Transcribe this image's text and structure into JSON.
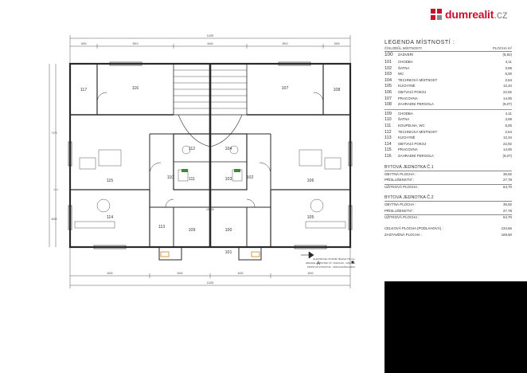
{
  "logo": {
    "name": "dumrealit",
    "tld": ".cz"
  },
  "legend": {
    "title": "LEGENDA MÍSTNOSTÍ :",
    "head_num": "ČÍSLO",
    "head_name": "DŮL MÍSTNOSTI",
    "head_area": "PLOCHA m²",
    "rows": [
      {
        "num": "100",
        "name": "ZÁDVEŘÍ",
        "area": "(5,92)",
        "big": true
      },
      {
        "num": "101",
        "name": "CHODBA",
        "area": "4,11"
      },
      {
        "num": "102",
        "name": "ŠATNA",
        "area": "3,69"
      },
      {
        "num": "103",
        "name": "WC",
        "area": "5,00"
      },
      {
        "num": "104",
        "name": "TECHNICKÁ MÍSTNOST",
        "area": "2,64"
      },
      {
        "num": "105",
        "name": "KUCHYNĚ",
        "area": "12,34"
      },
      {
        "num": "106",
        "name": "OBÝVACÍ POKOJ",
        "area": "22,92"
      },
      {
        "num": "107",
        "name": "PRACOVNA",
        "area": "14,00"
      },
      {
        "num": "108",
        "name": "ZAHRADNÍ PERGOLA",
        "area": "(9,07)"
      }
    ],
    "rows2": [
      {
        "num": "109",
        "name": "CHODBA",
        "area": "4,11"
      },
      {
        "num": "110",
        "name": "ŠATNA",
        "area": "3,69"
      },
      {
        "num": "111",
        "name": "KOUPELNA, WC",
        "area": "5,00"
      },
      {
        "num": "112",
        "name": "TECHNICKÁ MÍSTNOST",
        "area": "2,64"
      },
      {
        "num": "113",
        "name": "KUCHYNĚ",
        "area": "12,34"
      },
      {
        "num": "114",
        "name": "OBÝVACÍ POKOJ",
        "area": "22,92"
      },
      {
        "num": "115",
        "name": "PRACOVNA",
        "area": "14,00"
      },
      {
        "num": "116",
        "name": "ZAHRADNÍ PERGOLA",
        "area": "(9,07)"
      }
    ]
  },
  "unit1": {
    "title": "BYTOVÁ JEDNOTKA Č.1",
    "rows": [
      {
        "name": "OBYTNÁ PLOCHA :",
        "value": "36,92"
      },
      {
        "name": "PŘÍSLUŠENSTVÍ :",
        "value": "27,78"
      },
      {
        "name": "UŽITKOVÁ PLOCHA :",
        "value": "64,70"
      }
    ]
  },
  "unit2": {
    "title": "BYTOVÁ JEDNOTKA Č.2",
    "rows": [
      {
        "name": "OBYTNÁ PLOCHA :",
        "value": "36,92"
      },
      {
        "name": "PŘÍSLUŠENSTVÍ :",
        "value": "27,78"
      },
      {
        "name": "UŽITKOVÁ PLOCHA :",
        "value": "64,70"
      }
    ]
  },
  "totals": [
    {
      "name": "CELKOVÁ PLOCHA (PODLAHOVÁ) :",
      "value": "134,66"
    },
    {
      "name": "ZASTAVĚNÁ PLOCHA :",
      "value": "169,50"
    }
  ],
  "plan": {
    "rooms": [
      "117",
      "116",
      "107",
      "108",
      "115",
      "106",
      "112",
      "111",
      "104",
      "103",
      "114",
      "113",
      "109",
      "100",
      "101",
      "105",
      "102",
      "110"
    ],
    "dims_top": [
      "1500",
      "3910",
      "5440",
      "3910",
      "1500"
    ],
    "dims_total": "11200",
    "dims_bottom": [
      "4000",
      "2000",
      "4030",
      "4000"
    ],
    "dims_side": [
      "7170",
      "4000"
    ],
    "level_marker": "±0,000",
    "marker_a": "A",
    "plan_notes": [
      "ELEKTRICKÉ OTOPNÉ TĚLESO 750 mm",
      "HRANICE JEDNOTEK VČ. VZDUCHU - VZDUCH",
      "PROSTUP STRUKTUR - VZDUCHOTECHNIKA"
    ]
  },
  "colors": {
    "logo": "#c8102e",
    "lines": "#2a2a2a",
    "orange": "#d08020",
    "green": "#3a8a3a"
  }
}
